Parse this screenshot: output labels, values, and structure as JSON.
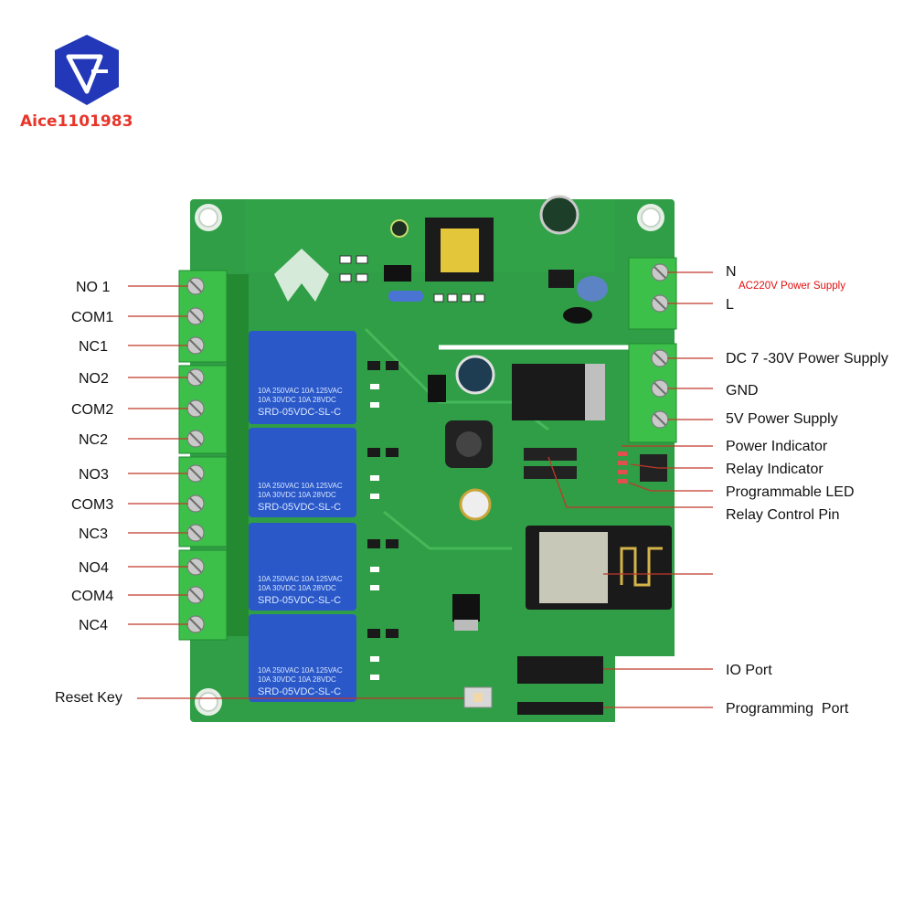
{
  "logo": {
    "text": "Aice1101983"
  },
  "left_labels": [
    "NO 1",
    "COM1",
    "NC1",
    "NO2",
    "COM2",
    "NC2",
    "NO3",
    "COM3",
    "NC3",
    "NO4",
    "COM4",
    "NC4",
    "Reset Key"
  ],
  "right_labels": {
    "n": "N",
    "ac_power": "AC220V Power Supply",
    "l": "L",
    "dc_power": "DC 7 -30V Power Supply",
    "gnd": "GND",
    "v5_power": "5V Power Supply",
    "power_indicator": "Power Indicator",
    "relay_indicator": "Relay Indicator",
    "programmable_led": "Programmable LED",
    "relay_control_pin": "Relay Control Pin",
    "io_port": "IO Port",
    "programming_port": "Programming  Port"
  },
  "relay": {
    "line1": "10A 250VAC  10A 125VAC",
    "line2": "10A  30VDC  10A  28VDC",
    "model": "SRD-05VDC-SL-C"
  },
  "colors": {
    "pcb": "#2f9e46",
    "terminal": "#3cc04a",
    "relay": "#2a58c8",
    "leader": "#c0392b"
  }
}
